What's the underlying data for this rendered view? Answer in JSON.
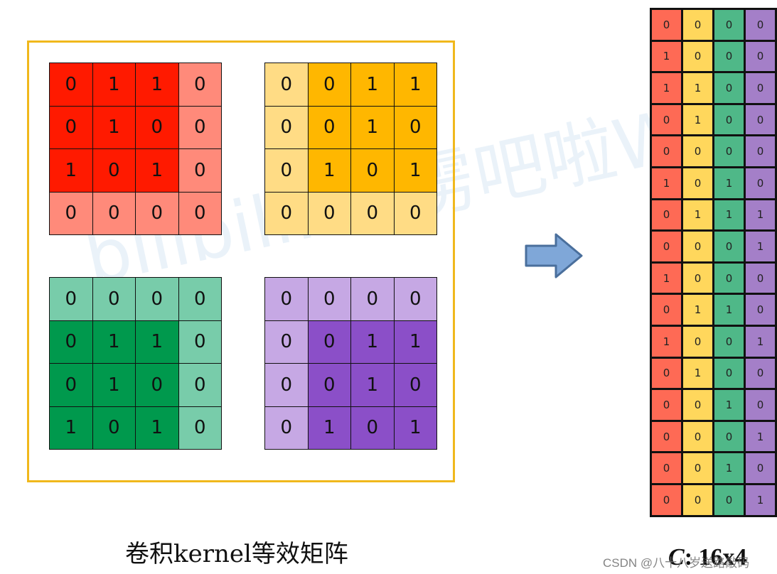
{
  "title": "卷积kernel等效矩阵",
  "result_label": {
    "name": "C",
    "dims": ": 16x4"
  },
  "watermark": "bilibili: 霹雳吧啦Wz",
  "csdn_watermark": "CSDN @八十八岁送路敲码",
  "colors": {
    "frame": "#f0b81c",
    "red_dark": "#ff1a00",
    "red_light": "#ff8a7a",
    "yellow_dark": "#ffb700",
    "yellow_light": "#ffdc85",
    "green_dark": "#00994d",
    "green_light": "#78ccaa",
    "purple_dark": "#8b4fc8",
    "purple_light": "#c6a8e4",
    "col_red": "#fe6a55",
    "col_yellow": "#ffd75c",
    "col_green": "#4fb888",
    "col_purple": "#a47fc8",
    "arrow_fill": "#7fa7d8",
    "arrow_stroke": "#4a6f9c"
  },
  "kernels": [
    {
      "name": "red",
      "values": [
        [
          0,
          1,
          1,
          0
        ],
        [
          0,
          1,
          0,
          0
        ],
        [
          1,
          0,
          1,
          0
        ],
        [
          0,
          0,
          0,
          0
        ]
      ],
      "mask": [
        [
          1,
          1,
          1,
          0
        ],
        [
          1,
          1,
          1,
          0
        ],
        [
          1,
          1,
          1,
          0
        ],
        [
          0,
          0,
          0,
          0
        ]
      ]
    },
    {
      "name": "yellow",
      "values": [
        [
          0,
          0,
          1,
          1
        ],
        [
          0,
          0,
          1,
          0
        ],
        [
          0,
          1,
          0,
          1
        ],
        [
          0,
          0,
          0,
          0
        ]
      ],
      "mask": [
        [
          0,
          1,
          1,
          1
        ],
        [
          0,
          1,
          1,
          1
        ],
        [
          0,
          1,
          1,
          1
        ],
        [
          0,
          0,
          0,
          0
        ]
      ]
    },
    {
      "name": "green",
      "values": [
        [
          0,
          0,
          0,
          0
        ],
        [
          0,
          1,
          1,
          0
        ],
        [
          0,
          1,
          0,
          0
        ],
        [
          1,
          0,
          1,
          0
        ]
      ],
      "mask": [
        [
          0,
          0,
          0,
          0
        ],
        [
          1,
          1,
          1,
          0
        ],
        [
          1,
          1,
          1,
          0
        ],
        [
          1,
          1,
          1,
          0
        ]
      ]
    },
    {
      "name": "purple",
      "values": [
        [
          0,
          0,
          0,
          0
        ],
        [
          0,
          0,
          1,
          1
        ],
        [
          0,
          0,
          1,
          0
        ],
        [
          0,
          1,
          0,
          1
        ]
      ],
      "mask": [
        [
          0,
          0,
          0,
          0
        ],
        [
          0,
          1,
          1,
          1
        ],
        [
          0,
          1,
          1,
          1
        ],
        [
          0,
          1,
          1,
          1
        ]
      ]
    }
  ],
  "result_matrix": [
    [
      0,
      0,
      0,
      0
    ],
    [
      1,
      0,
      0,
      0
    ],
    [
      1,
      1,
      0,
      0
    ],
    [
      0,
      1,
      0,
      0
    ],
    [
      0,
      0,
      0,
      0
    ],
    [
      1,
      0,
      1,
      0
    ],
    [
      0,
      1,
      1,
      1
    ],
    [
      0,
      0,
      0,
      1
    ],
    [
      1,
      0,
      0,
      0
    ],
    [
      0,
      1,
      1,
      0
    ],
    [
      1,
      0,
      0,
      1
    ],
    [
      0,
      1,
      0,
      0
    ],
    [
      0,
      0,
      1,
      0
    ],
    [
      0,
      0,
      0,
      1
    ],
    [
      0,
      0,
      1,
      0
    ],
    [
      0,
      0,
      0,
      1
    ]
  ]
}
